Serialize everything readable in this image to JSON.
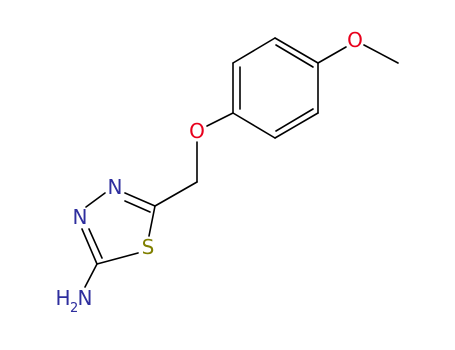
{
  "molecule": {
    "atoms": {
      "o_methoxy": {
        "label": "O",
        "color": "#e8001c"
      },
      "o_ether": {
        "label": "O",
        "color": "#e8001c"
      },
      "n_upper": {
        "label": "N",
        "color": "#2e2e9e"
      },
      "n_lower": {
        "label": "N",
        "color": "#2e2e9e"
      },
      "s_ring": {
        "label": "S",
        "color": "#7f7f00"
      },
      "amine": {
        "label": "H",
        "subscript": "2",
        "suffix": "N",
        "color": "#2e2e9e"
      }
    }
  }
}
